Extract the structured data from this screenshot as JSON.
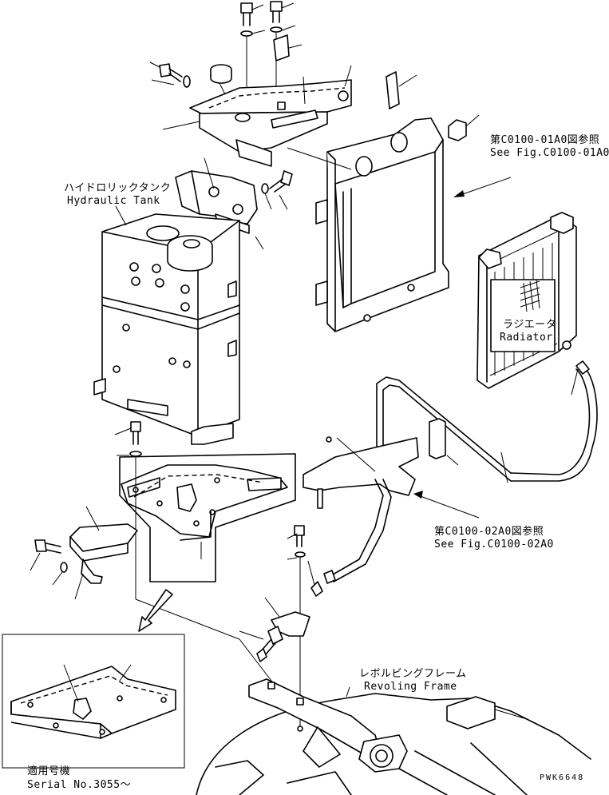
{
  "labels": {
    "fig_ref_1_jp": "第C0100-01A0図参照",
    "fig_ref_1_en": "See Fig.C0100-01A0",
    "hydraulic_tank_jp": "ハイドロリックタンク",
    "hydraulic_tank_en": "Hydraulic Tank",
    "radiator_jp": "ラジエータ",
    "radiator_en": "Radiator",
    "fig_ref_2_jp": "第C0100-02A0図参照",
    "fig_ref_2_en": "See Fig.C0100-02A0",
    "revolving_frame_jp": "レボルビングフレーム",
    "revolving_frame_en": "Revoling Frame",
    "serial_jp": "適用号機",
    "serial_en": "Serial No.3055～",
    "drawing_code": "PWK6648"
  }
}
